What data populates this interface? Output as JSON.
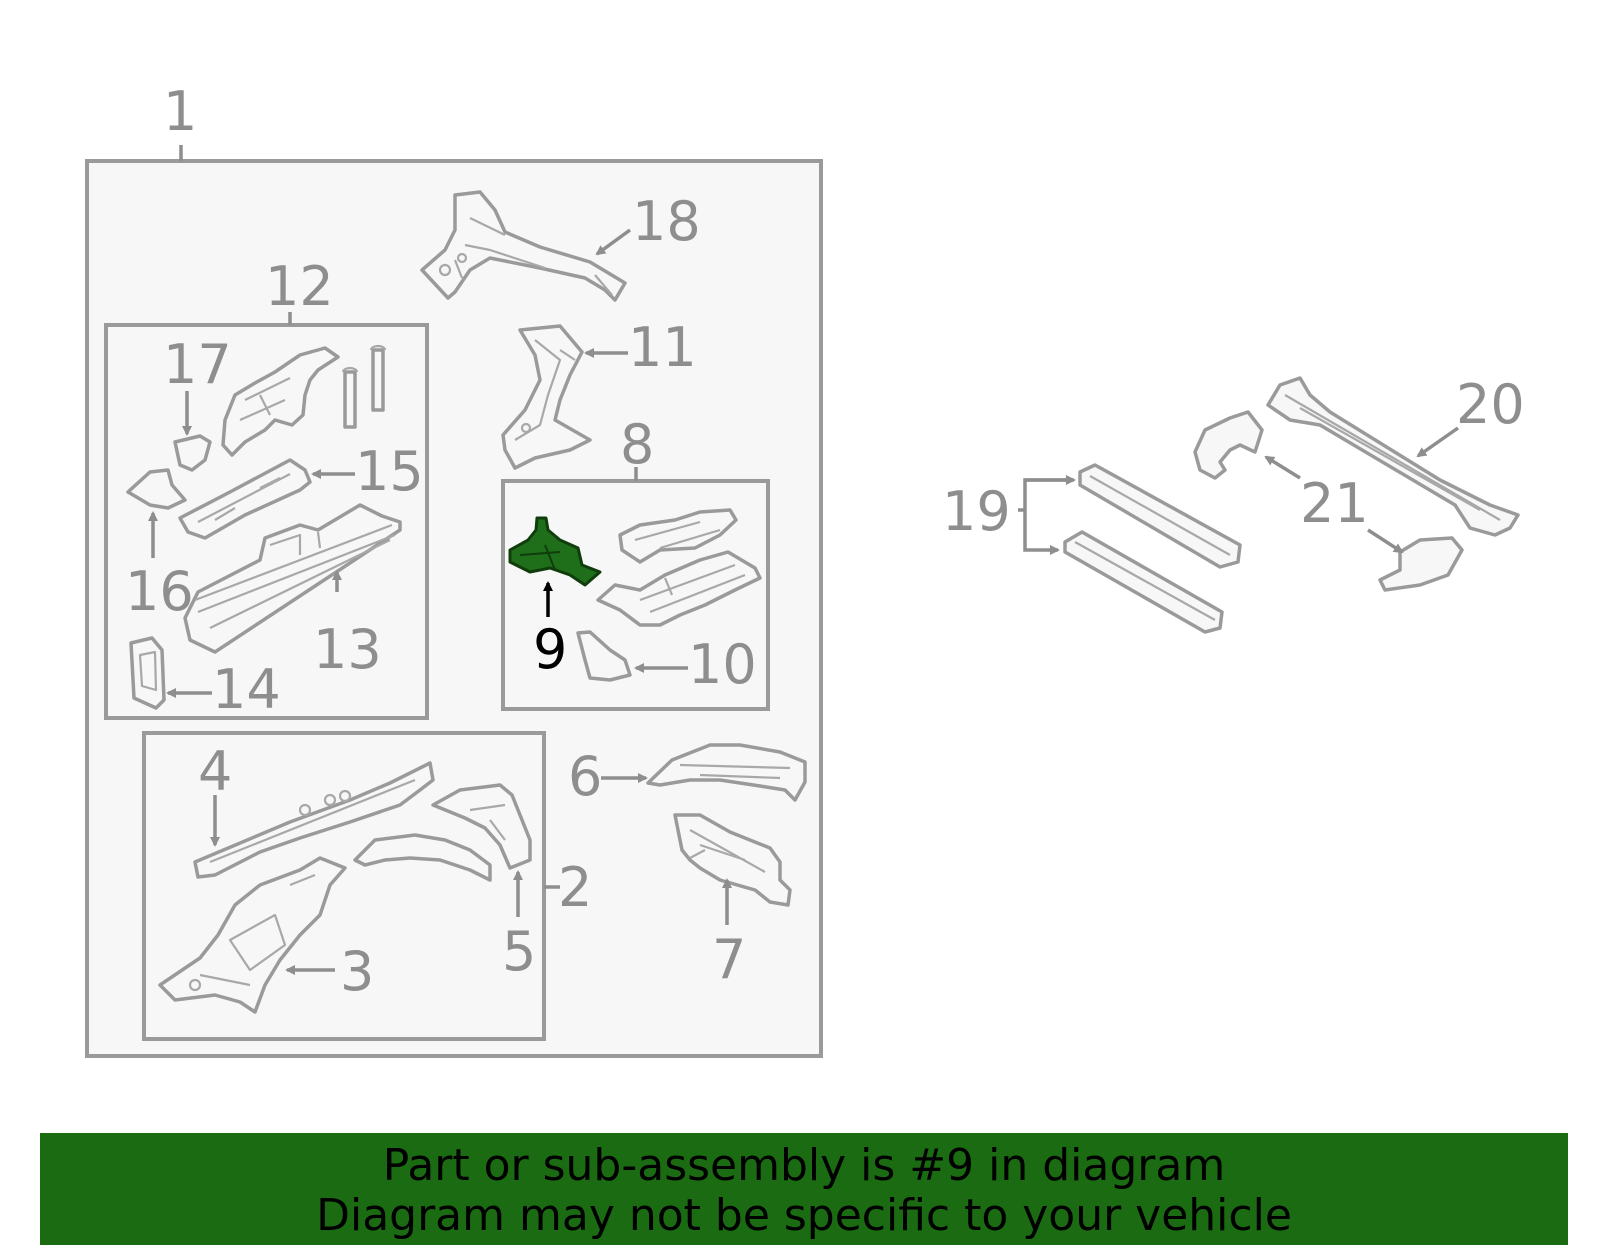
{
  "diagram": {
    "highlight_color": "#1f6e1a",
    "highlighted_part": "9",
    "labels": {
      "p1": "1",
      "p2": "2",
      "p3": "3",
      "p4": "4",
      "p5": "5",
      "p6": "6",
      "p7": "7",
      "p8": "8",
      "p9": "9",
      "p10": "10",
      "p11": "11",
      "p12": "12",
      "p13": "13",
      "p14": "14",
      "p15": "15",
      "p16": "16",
      "p17": "17",
      "p18": "18",
      "p19": "19",
      "p20": "20",
      "p21": "21"
    }
  },
  "banner": {
    "line1": "Part or sub-assembly is #9 in diagram",
    "line2": "Diagram may not be specific to your vehicle",
    "background": "#1a6b11"
  }
}
